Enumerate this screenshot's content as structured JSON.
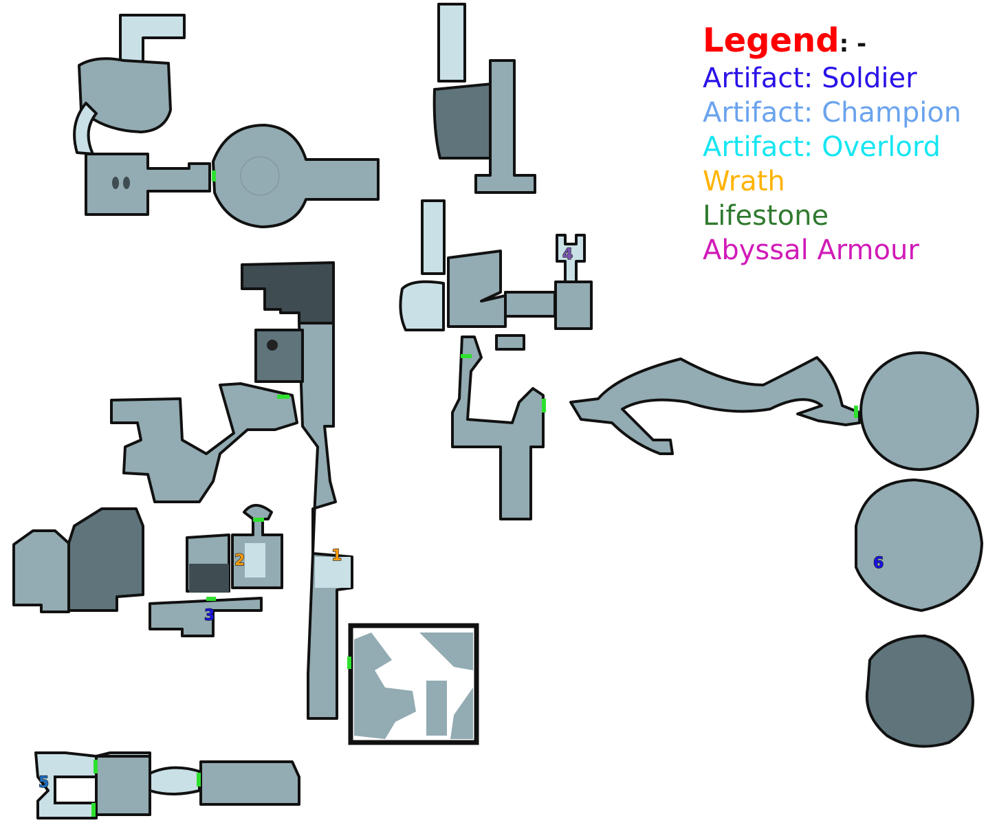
{
  "legend": {
    "title": "Legend",
    "title_suffix": ": -",
    "items": [
      {
        "label": "Artifact: Soldier",
        "color": "#2a12e8"
      },
      {
        "label": "Artifact: Champion",
        "color": "#6aa3ee"
      },
      {
        "label": "Artifact: Overlord",
        "color": "#16e6f2"
      },
      {
        "label": "Wrath",
        "color": "#ffb300"
      },
      {
        "label": "Lifestone",
        "color": "#2f7a2f"
      },
      {
        "label": "Abyssal Armour",
        "color": "#d11ab8"
      }
    ]
  },
  "markers": [
    {
      "number": "1",
      "type": "Wrath",
      "color": "#f59a10"
    },
    {
      "number": "2",
      "type": "Wrath",
      "color": "#f59a10"
    },
    {
      "number": "3",
      "type": "Artifact: Soldier",
      "color": "#1a14e0"
    },
    {
      "number": "4",
      "type": "unknown",
      "color": "#7a55b0"
    },
    {
      "number": "5",
      "type": "Artifact: Champion",
      "color": "#1f6fc0"
    },
    {
      "number": "6",
      "type": "Artifact: Soldier",
      "color": "#1a14e0"
    }
  ]
}
